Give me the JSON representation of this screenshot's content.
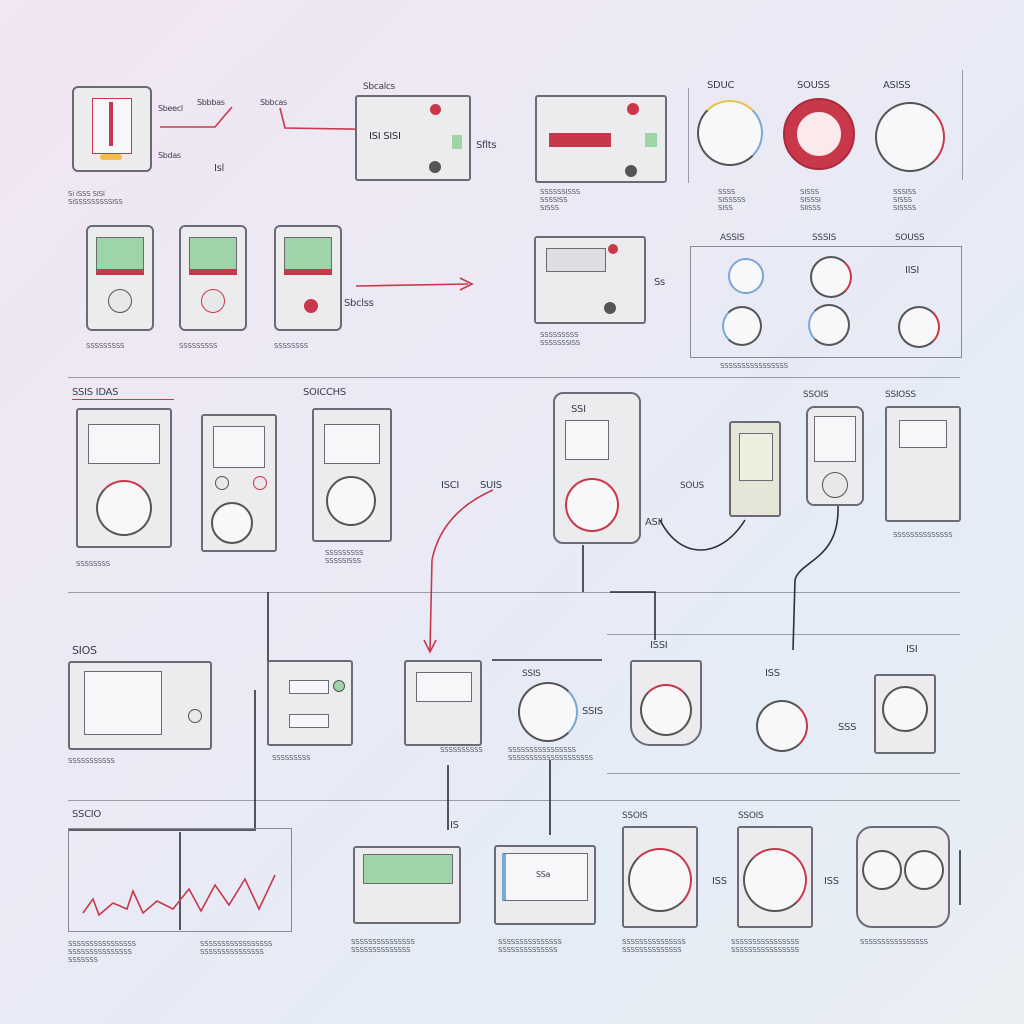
{
  "labels": {
    "r1_a": "Sbeecl",
    "r1_b": "Sbbbas",
    "r1_c": "Sbbcas",
    "r1_d": "Sbdas",
    "r1_e": "Isl",
    "r1_screen": "ISI SISI",
    "r1_mid": "Sbcalcs",
    "r1_side": "Sflts",
    "g1": "SDUC",
    "g2": "SOUSS",
    "g3": "ASISS",
    "r2_arrow": "Sbclss",
    "r2_panel_a": "ASSIS",
    "r2_panel_b": "SSSIS",
    "r2_panel_c": "SOUSS",
    "r2_panel_d": "IISI",
    "r2_mid": "Ss",
    "r3_a": "SSIS IDAS",
    "r3_b": "SOICCHS",
    "r3_c": "ISCI",
    "r3_d": "SUIS",
    "r3_e": "SOUS",
    "r3_f": "ASII",
    "r3_g": "SSOIS",
    "r3_h": "SSIOSS",
    "r3_meter": "SSI",
    "r4_a": "SIOS",
    "r4_b": "SSIS",
    "r4_c": "SSIS",
    "r4_d": "ISSI",
    "r4_e": "ISS",
    "r4_f": "ISI",
    "r4_g": "SSS",
    "r5_a": "SSCIO",
    "r5_b": "SSOIS",
    "r5_c": "SSOIS",
    "r5_d": "IS",
    "r5_e": "ISS",
    "r5_f": "ISS",
    "r5_mon": "SSa"
  },
  "captions": {
    "c1": "Si iSSS SISI\nSiSSSSSSSSSISS",
    "c2": "SSSSSSISSS\nSSSSISS\nSISSS",
    "c3": "SSSS\nSISSSSS\nSISS",
    "c4": "SISSS\nSISSSI\nSIISSS",
    "c5": "SSSISS\nSISSS\nSISSSS",
    "c6": "SSSSSSSSS",
    "c7": "SSSSSSSSS",
    "c8": "SSSSSSSS",
    "c9": "SSSSSSSSS\nSSSSSSSISS",
    "c10": "SSSSSSSSSSSSSSSS",
    "c11": "SSSSSSSS",
    "c12": "SSSSSSSSS\nSSSSSISSS",
    "c13": "SSSSSSSSSSSSSS",
    "c14": "SSSSSSSSSSS",
    "c15": "SSSSSSSSSSSSSSSS\nSSSSSSSSSSSSSSSSSSSS",
    "c16": "SSSSSSSSSSSSSSSS\nSSSSSSSSSSSSSSS\nSSSSSSS",
    "c17": "SSSSSSSSSSSSSSSSS\nSSSSSSSSSSSSSSS",
    "c18": "SSSSSSSSSSSSSSS\nSSSSSSSSSSSSSS",
    "c19": "SSSSSSSSSSSSSSS\nSSSSSSSSSSSSSS",
    "c20": "SSSSSSSSSSSSSSS\nSSSSSSSSSSSSSS",
    "c21": "SSSSSSSSSSSSSSSS\nSSSSSSSSSSSSSSSS",
    "c22": "SSSSSSSSSSSSSSSS",
    "c23": "SSSSSSSSS",
    "c24": "SSSSSSSSSS"
  },
  "colors": {
    "accent": "#c8384a",
    "line": "#6b6b78",
    "green": "#9fd3a8",
    "blue": "#7aa7d6",
    "yellow": "#e8c24a"
  }
}
